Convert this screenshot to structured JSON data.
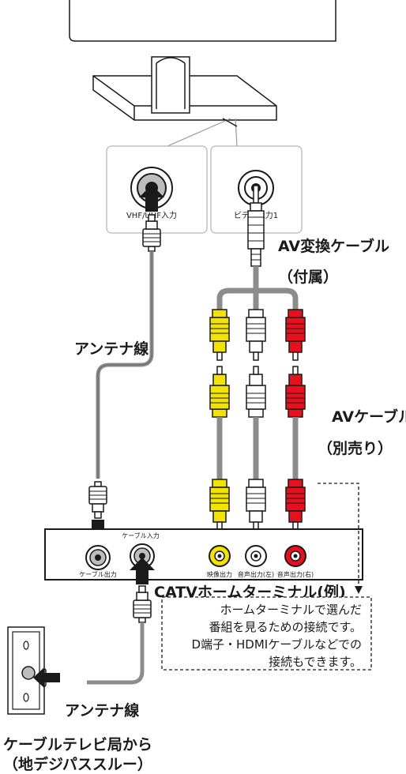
{
  "jacks": {
    "vhf_uhf_input": "VHF/UHF入力",
    "video_input": "ビデオ入力1",
    "cable_out": "ケーブル出力",
    "cable_in": "ケーブル入力",
    "video_out": "映像出力",
    "audio_out_left": "音声出力(左)",
    "audio_out_right": "音声出力(右)"
  },
  "labels": {
    "av_adapter_line1": "AV変換ケーブル",
    "av_adapter_line2": "（付属）",
    "antenna_wire_upper": "アンテナ線",
    "av_cable_line1": "AVケーブル",
    "av_cable_line2": "（別売り）",
    "catv_terminal": "CATVホームターミナル(例)",
    "antenna_wire_lower": "アンテナ線",
    "source_line1": "ケーブルテレビ局から",
    "source_line2": "（地デジパススルー）"
  },
  "note": {
    "line1": "ホームターミナルで選んだ",
    "line2": "番組を見るための接続です。",
    "line3": "D端子・HDMIケーブルなどでの",
    "line4": "接続もできます。"
  },
  "colors": {
    "yellow": "#f2e400",
    "white": "#ffffff",
    "red": "#e8101f",
    "cable_gray": "#8c8c8c",
    "line": "#1a1a1a"
  }
}
